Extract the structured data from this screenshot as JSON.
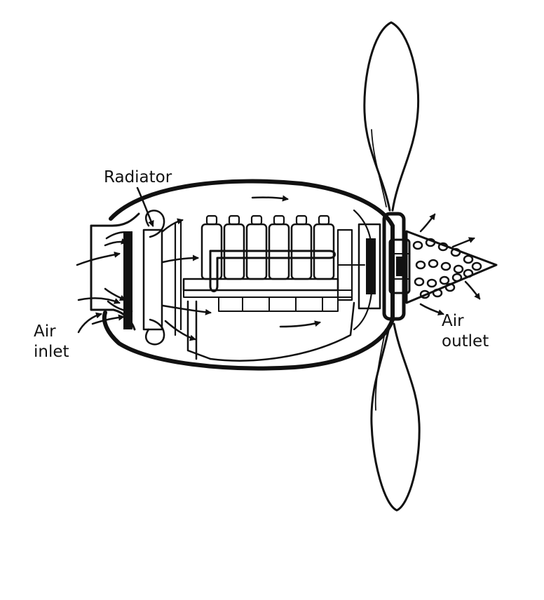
{
  "labels": {
    "radiator": "Radiator",
    "air_inlet_line1": "Air",
    "air_inlet_line2": "inlet",
    "air_outlet_line1": "Air",
    "air_outlet_line2": "outlet"
  }
}
